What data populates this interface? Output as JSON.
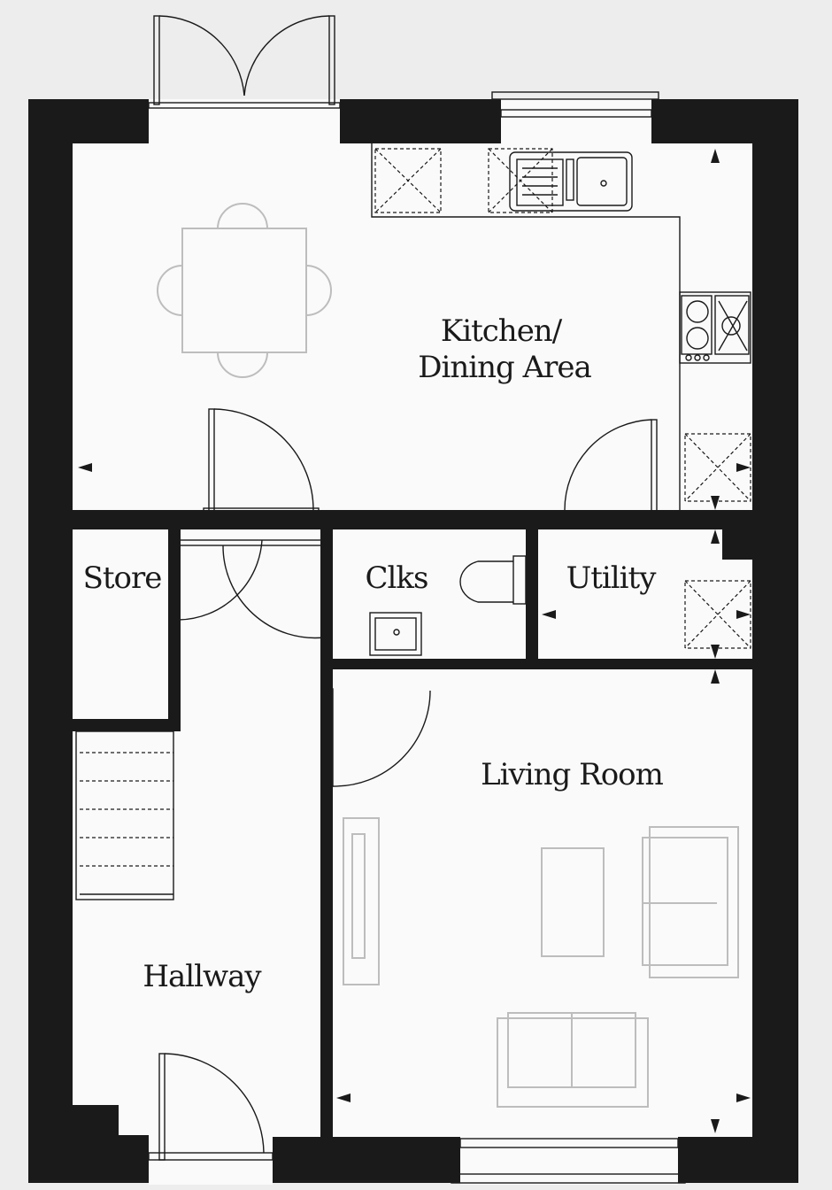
{
  "plan": {
    "rooms": [
      {
        "id": "kitchen",
        "lines": [
          "Kitchen/",
          "Dining Area"
        ]
      },
      {
        "id": "store",
        "lines": [
          "Store"
        ]
      },
      {
        "id": "clks",
        "lines": [
          "Clks"
        ]
      },
      {
        "id": "utility",
        "lines": [
          "Utility"
        ]
      },
      {
        "id": "living",
        "lines": [
          "Living Room"
        ]
      },
      {
        "id": "hallway",
        "lines": [
          "Hallway"
        ]
      }
    ]
  },
  "colors": {
    "wall": "#1a1a1a",
    "floor": "#fafafa",
    "background": "#ededed",
    "furniture": "#bdbdbd"
  }
}
